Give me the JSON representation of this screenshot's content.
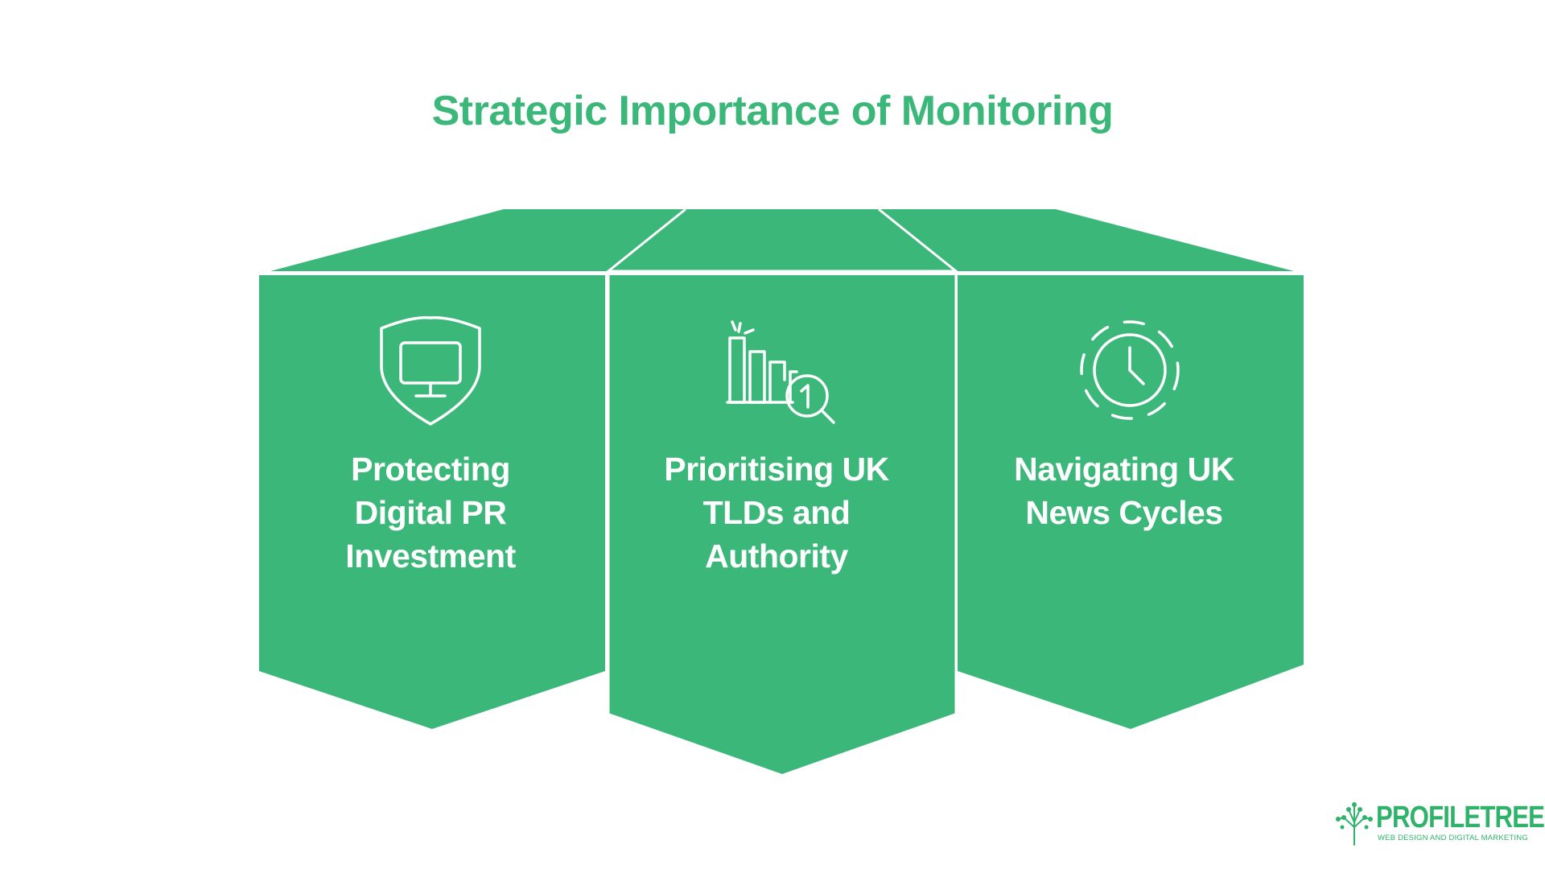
{
  "title": "Strategic Importance of Monitoring",
  "colors": {
    "title": "#3cb77a",
    "panel": "#3cb77a",
    "panel_text": "#ffffff",
    "background": "#ffffff",
    "logo": "#2fb36b"
  },
  "panels": [
    {
      "icon": "shield-monitor-icon",
      "lines": [
        "Protecting",
        "Digital PR",
        "Investment"
      ]
    },
    {
      "icon": "bar-chart-magnifier-icon",
      "lines": [
        "Prioritising UK",
        "TLDs and",
        "Authority"
      ]
    },
    {
      "icon": "clock-icon",
      "lines": [
        "Navigating UK",
        "News Cycles"
      ]
    }
  ],
  "logo": {
    "wordmark": "PROFILETREE",
    "tagline": "WEB DESIGN AND DIGITAL MARKETING",
    "icon": "tree-icon"
  }
}
